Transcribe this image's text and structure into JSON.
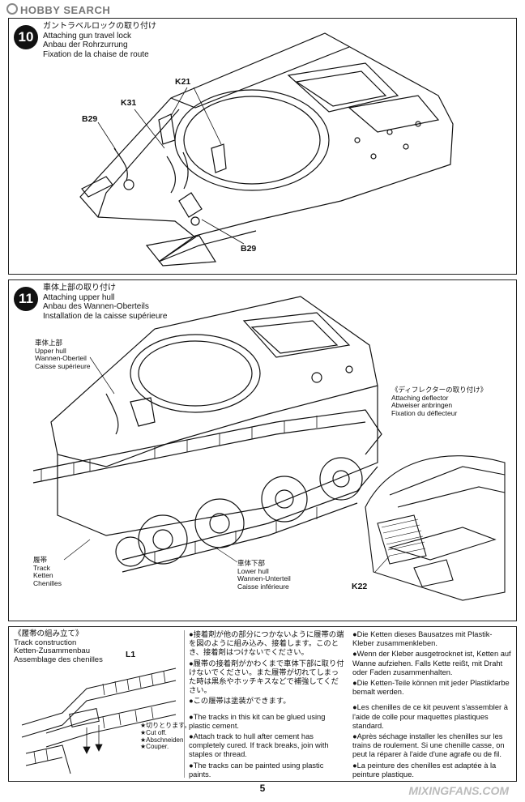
{
  "watermark_top": "HOBBY SEARCH",
  "watermark_bottom": "MIXINGFANS.COM",
  "page_number": "5",
  "step10": {
    "number": "10",
    "title_jp": "ガントラベルロックの取り付け",
    "title_en": "Attaching gun travel lock",
    "title_de": "Anbau der Rohrzurrung",
    "title_fr": "Fixation de la chaise de route",
    "parts": [
      "K21",
      "K31",
      "B29",
      "B29"
    ]
  },
  "step11": {
    "number": "11",
    "title_jp": "車体上部の取り付け",
    "title_en": "Attaching upper hull",
    "title_de": "Anbau des Wannen-Oberteils",
    "title_fr": "Installation de la caisse supérieure",
    "upper_hull": [
      "車体上部",
      "Upper hull",
      "Wannen-Oberteil",
      "Caisse supérieure"
    ],
    "track": [
      "履帯",
      "Track",
      "Ketten",
      "Chenilles"
    ],
    "lower_hull": [
      "車体下部",
      "Lower hull",
      "Wannen-Unterteil",
      "Caisse inférieure"
    ],
    "deflector": [
      "《ディフレクターの取り付け》",
      "Attaching deflector",
      "Abweiser anbringen",
      "Fixation du déflecteur"
    ],
    "deflector_part": "K22"
  },
  "track_construction": {
    "title": [
      "《履帯の組み立て》",
      "Track construction",
      "Ketten-Zusammenbau",
      "Assemblage des chenilles"
    ],
    "part": "L1",
    "cut": [
      "★切りとります。",
      "★Cut off.",
      "★Abschneiden.",
      "★Couper."
    ]
  },
  "notes_jp": [
    "●接着剤が他の部分につかないように履帯の端を図のように組み込み、接着します。このとき、接着剤はつけないでください。",
    "●履帯の接着剤がかわくまで車体下部に取り付けないでください。また履帯が切れてしまった時は黒糸やホッチキスなどで補強してください。",
    "●この履帯は塗装ができます。"
  ],
  "notes_en": [
    "●The tracks in this kit can be glued using plastic cement.",
    "●Attach track to hull after cement has completely cured. If track breaks, join with staples or thread.",
    "●The tracks can be painted using plastic paints."
  ],
  "notes_de": [
    "●Die Ketten dieses Bausatzes mit Plastik-Kleber zusammenkleben.",
    "●Wenn der Kleber ausgetrocknet ist, Ketten auf Wanne aufziehen. Falls Kette reißt, mit Draht oder Faden zusammenhalten.",
    "●Die Ketten-Teile können mit jeder Plastikfarbe bemalt werden."
  ],
  "notes_fr": [
    "●Les chenilles de ce kit peuvent s'assembler à l'aide de colle pour maquettes plastiques standard.",
    "●Après séchage installer les chenilles sur les trains de roulement. Si une chenille casse, on peut la réparer à l'aide d'une agrafe ou de fil.",
    "●La peinture des chenilles est adaptée à la peinture plastique."
  ]
}
